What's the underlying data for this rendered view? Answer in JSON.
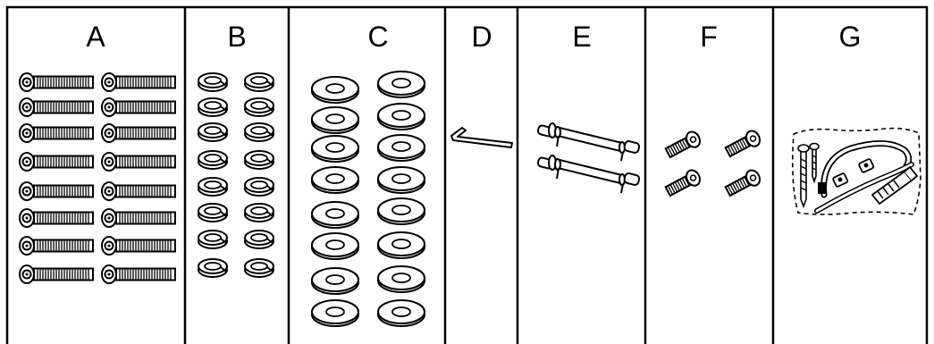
{
  "panels": [
    {
      "label": "A",
      "part": "long-hex-bolt",
      "count": 16
    },
    {
      "label": "B",
      "part": "spring-lock-washer",
      "count": 16
    },
    {
      "label": "C",
      "part": "flat-washer",
      "count": 16
    },
    {
      "label": "D",
      "part": "allen-key",
      "count": 1
    },
    {
      "label": "E",
      "part": "spacer-bar",
      "count": 2
    },
    {
      "label": "F",
      "part": "short-bolt",
      "count": 4
    },
    {
      "label": "G",
      "part": "accessory-kit",
      "count": 1
    }
  ]
}
